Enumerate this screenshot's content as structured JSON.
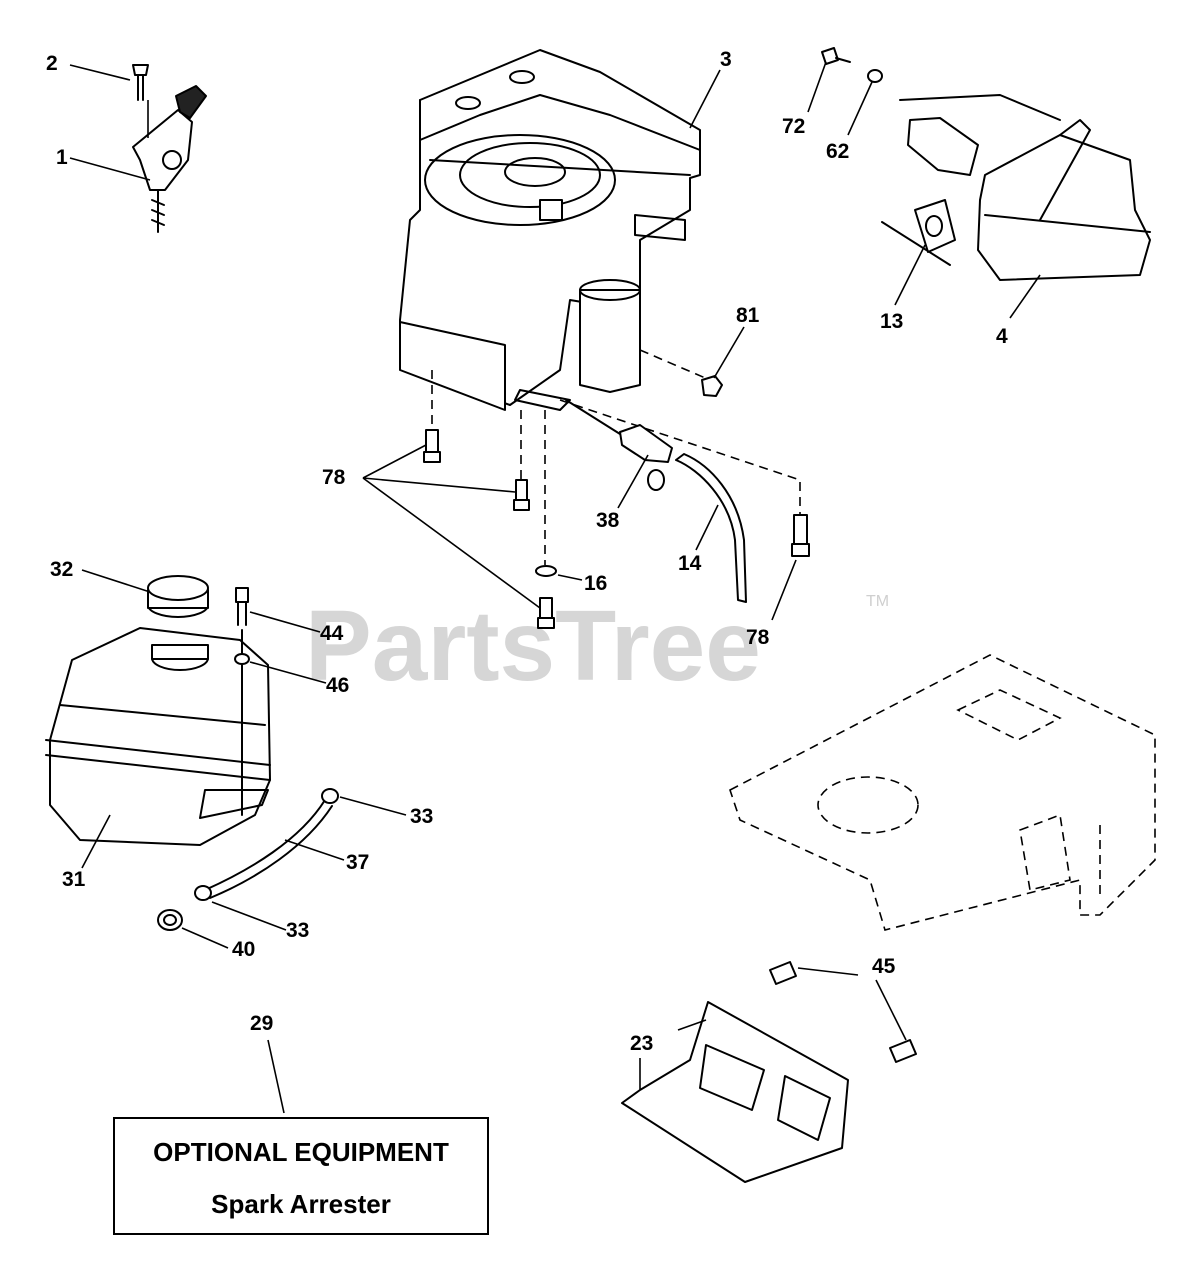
{
  "watermark": {
    "text": "PartsTree",
    "trademark": "TM"
  },
  "callouts": {
    "c1": "1",
    "c2": "2",
    "c3": "3",
    "c4": "4",
    "c13": "13",
    "c14": "14",
    "c16": "16",
    "c23": "23",
    "c29": "29",
    "c31": "31",
    "c32": "32",
    "c33a": "33",
    "c33b": "33",
    "c37": "37",
    "c38": "38",
    "c40": "40",
    "c44": "44",
    "c45": "45",
    "c46": "46",
    "c62": "62",
    "c72": "72",
    "c78a": "78",
    "c78b": "78",
    "c81": "81"
  },
  "optional_box": {
    "line1": "OPTIONAL EQUIPMENT",
    "line2": "Spark Arrester"
  }
}
